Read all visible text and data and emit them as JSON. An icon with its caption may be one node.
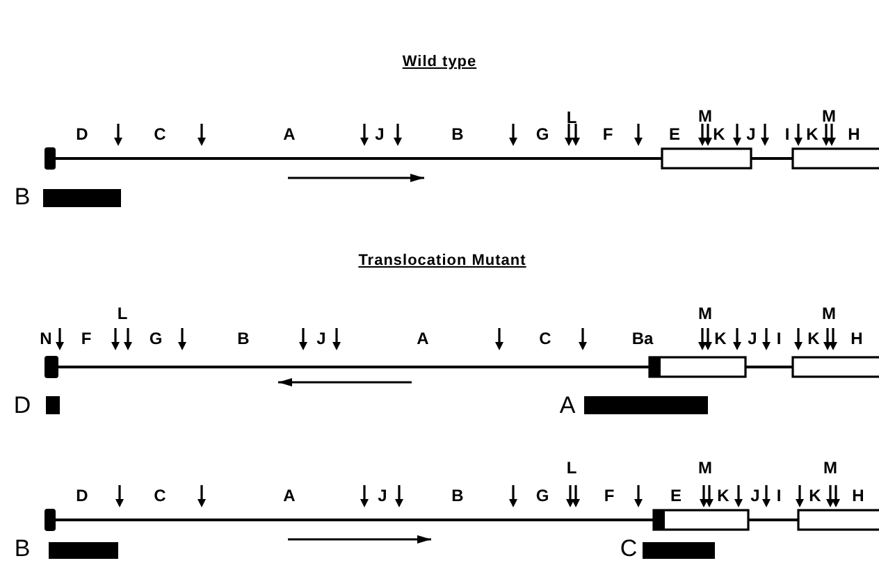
{
  "diagram": {
    "labels": [
      "Wild type",
      "L",
      "M",
      "M",
      "D",
      "C",
      "A",
      "J",
      "B",
      "G",
      "F",
      "E",
      "K",
      "J",
      "I",
      "K",
      "H",
      "B",
      "Translocation Mutant",
      "L",
      "M",
      "M",
      "N",
      "F",
      "G",
      "B",
      "J",
      "A",
      "C",
      "Ba",
      "K",
      "J",
      "I",
      "K",
      "H",
      "D",
      "A",
      "L",
      "M",
      "M",
      "D",
      "C",
      "A",
      "J",
      "B",
      "G",
      "F",
      "E",
      "K",
      "J",
      "I",
      "K",
      "H",
      "B",
      "C"
    ]
  }
}
